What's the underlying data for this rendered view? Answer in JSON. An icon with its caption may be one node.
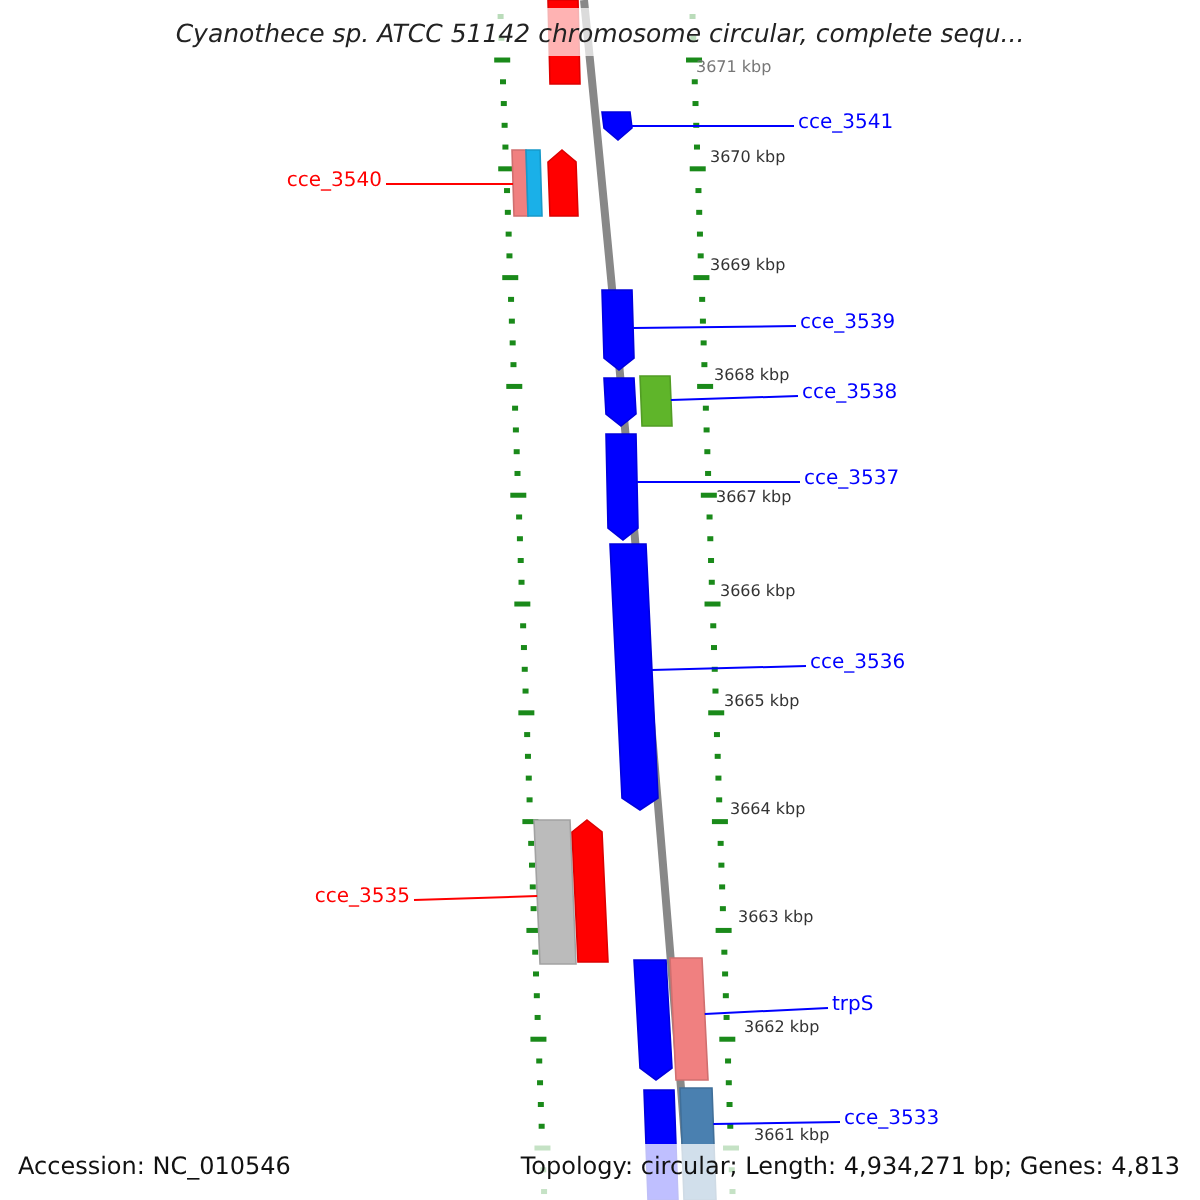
{
  "diagram": {
    "title": "Cyanothece sp. ATCC 51142 chromosome circular, complete sequ...",
    "nodes": [
      {
        "text": [
          "cce_3541"
        ]
      },
      {
        "text": [
          "cce_3540"
        ]
      },
      {
        "text": [
          "cce_3539"
        ]
      },
      {
        "text": [
          "cce_3538"
        ]
      },
      {
        "text": [
          "cce_3537"
        ]
      },
      {
        "text": [
          "cce_3536"
        ]
      },
      {
        "text": [
          "cce_3535"
        ]
      },
      {
        "text": [
          "trpS"
        ]
      },
      {
        "text": [
          "cce_3533"
        ]
      },
      {
        "text": [],
        "shape": "bar"
      },
      {
        "text": [],
        "shape": "pentagon"
      },
      {
        "text": [],
        "shape": "bar"
      },
      {
        "text": [],
        "shape": "bar"
      },
      {
        "text": [],
        "shape": "pentagon"
      },
      {
        "text": [],
        "shape": "pentagon"
      },
      {
        "text": [],
        "shape": "bar"
      },
      {
        "text": [],
        "shape": "pentagon"
      },
      {
        "text": [],
        "shape": "pentagon"
      },
      {
        "text": [],
        "shape": "pentagon"
      },
      {
        "text": [],
        "shape": "bar"
      },
      {
        "text": [],
        "shape": "pentagon"
      },
      {
        "text": [],
        "shape": "bar"
      },
      {
        "text": [],
        "shape": "pentagon"
      },
      {
        "text": [],
        "shape": "bar"
      },
      {
        "text": [],
        "shape": "bar"
      }
    ],
    "edges": [
      {
        "from": 0,
        "to": 10,
        "arrow": "none"
      },
      {
        "from": 1,
        "to": 11,
        "arrow": "none",
        "color": "#ff0000"
      },
      {
        "from": 2,
        "to": 14,
        "arrow": "none"
      },
      {
        "from": 3,
        "to": 15,
        "arrow": "none"
      },
      {
        "from": 4,
        "to": 17,
        "arrow": "none"
      },
      {
        "from": 5,
        "to": 18,
        "arrow": "none"
      },
      {
        "from": 6,
        "to": 19,
        "arrow": "none",
        "color": "#ff0000"
      },
      {
        "from": 7,
        "to": 21,
        "arrow": "none"
      },
      {
        "from": 8,
        "to": 23,
        "arrow": "none"
      }
    ],
    "labels": [
      "3671 kbp",
      "3670 kbp",
      "3669 kbp",
      "3668 kbp",
      "3667 kbp",
      "3666 kbp",
      "3665 kbp",
      "3664 kbp",
      "3663 kbp",
      "3662 kbp",
      "3661 kbp",
      "Accession: NC_010546",
      "Topology: circular; Length: 4,934,271 bp; Genes: 4,813"
    ]
  }
}
